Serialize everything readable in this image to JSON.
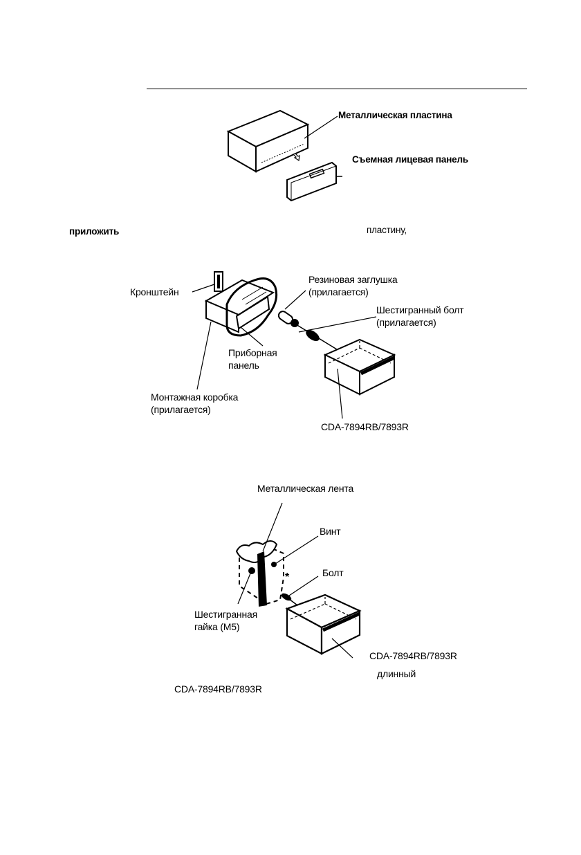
{
  "page": {
    "top_rule": true
  },
  "figure1": {
    "labels": {
      "metal_plate": "Металлическая пластина",
      "detachable_front_panel": "Съемная лицевая панель"
    }
  },
  "body_text": {
    "word_left": "приложить",
    "word_right": "пластину,"
  },
  "figure2": {
    "labels": {
      "bracket": "Кронштейн",
      "rubber_plug_line1": "Резиновая заглушка",
      "rubber_plug_line2": "(прилагается)",
      "hex_bolt_line1": "Шестигранный болт",
      "hex_bolt_line2": "(прилагается)",
      "dashboard_line1": "Приборная",
      "dashboard_line2": "панель",
      "mounting_sleeve_line1": "Монтажная коробка",
      "mounting_sleeve_line2": "(прилагается)",
      "model": "CDA-7894RB/7893R"
    }
  },
  "figure3": {
    "labels": {
      "metal_strap": "Металлическая лента",
      "screw": "Винт",
      "asterisk": "*",
      "bolt": "Болт",
      "hex_nut_line1": "Шестигранная",
      "hex_nut_line2": "гайка (M5)",
      "model": "CDA-7894RB/7893R",
      "long": "длинный"
    }
  },
  "footer_text": {
    "model": "CDA-7894RB/7893R"
  }
}
